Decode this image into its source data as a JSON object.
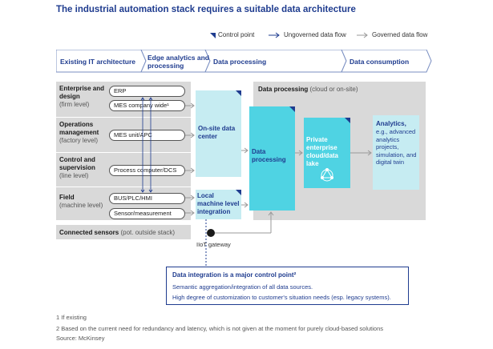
{
  "title": "The industrial automation stack requires a suitable data architecture",
  "legend": {
    "control_point": "Control point",
    "ungoverned": "Ungoverned data flow",
    "governed": "Governed data flow"
  },
  "stages": [
    {
      "label": "Existing IT architecture"
    },
    {
      "label": "Edge analytics and processing"
    },
    {
      "label": "Data processing"
    },
    {
      "label": "Data consumption"
    }
  ],
  "cloud_panel_label": "Data processing",
  "cloud_panel_sub": "(cloud or on-site)",
  "levels": [
    {
      "name": "Enterprise and design",
      "sub": "(firm level)"
    },
    {
      "name": "Operations management",
      "sub": "(factory level)"
    },
    {
      "name": "Control and supervision",
      "sub": "(line level)"
    },
    {
      "name": "Field",
      "sub": "(machine level)"
    },
    {
      "name": "Connected sensors",
      "sub": "(pot. outside stack)"
    }
  ],
  "systems": {
    "erp": "ERP",
    "mes_company": "MES company wide¹",
    "mes_unit": "MES unit/APC",
    "process_computer": "Process computer/DCS",
    "bus": "BUS/PLC/HMI",
    "sensor": "Sensor/measurement"
  },
  "boxes": {
    "onsite": "On-site data center",
    "local_machine": "Local machine level integration",
    "data_processing": "Data processing",
    "private_cloud": "Private enterprise cloud/data lake",
    "analytics_title": "Analytics,",
    "analytics_body": "e.g., advanced analytics projects, simulation, and digital twin",
    "iiot": "IIoT gateway"
  },
  "callout": {
    "title": "Data integration is a major control point²",
    "line1": "Semantic aggregation/integration of all data sources.",
    "line2": "High degree of customization to customer's situation needs (esp. legacy systems)."
  },
  "footnotes": [
    "1 If existing",
    "2 Based on the current need for redundancy and latency, which is not given at the moment for purely cloud-based solutions",
    "Source: McKinsey"
  ],
  "colors": {
    "navy": "#1f3c8f",
    "cyan_light": "#c6ecf2",
    "cyan_mid": "#4fd3e3",
    "grey_panel": "#d9d9d9"
  }
}
